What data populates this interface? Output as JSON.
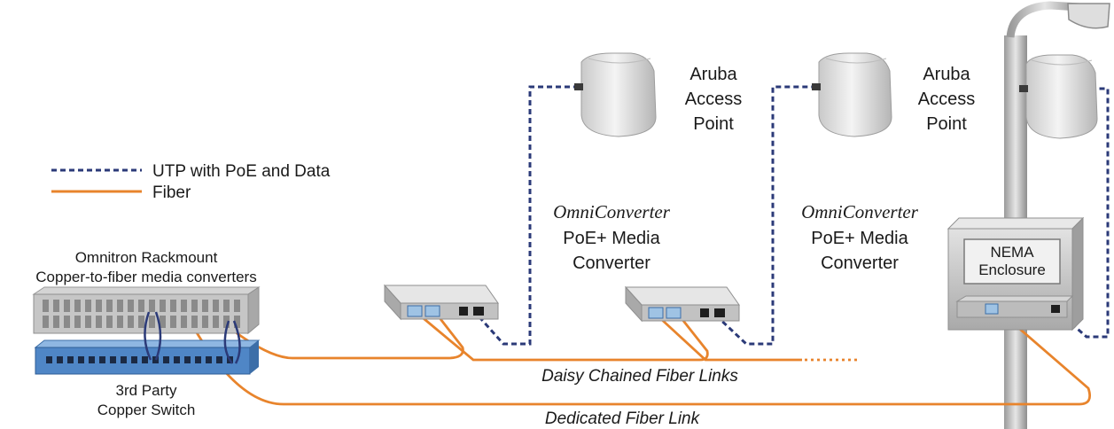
{
  "legend": {
    "utp_label": "UTP with PoE and Data",
    "fiber_label": "Fiber"
  },
  "labels": {
    "rackmount_line1": "Omnitron Rackmount",
    "rackmount_line2": "Copper-to-fiber media converters",
    "switch_line1": "3rd Party",
    "switch_line2": "Copper Switch",
    "converter1_brand": "OmniConverter",
    "converter1_line1": "PoE+ Media",
    "converter1_line2": "Converter",
    "converter2_brand": "OmniConverter",
    "converter2_line1": "PoE+ Media",
    "converter2_line2": "Converter",
    "ap1_line1": "Aruba",
    "ap1_line2": "Access",
    "ap1_line3": "Point",
    "ap2_line1": "Aruba",
    "ap2_line2": "Access",
    "ap2_line3": "Point",
    "nema_line1": "NEMA",
    "nema_line2": "Enclosure",
    "daisy_chain": "Daisy Chained Fiber Links",
    "dedicated": "Dedicated Fiber Link"
  },
  "colors": {
    "fiber": "#e8842c",
    "utp": "#2b3a78",
    "switch_blue": "#4f86c6",
    "rack_grey": "#bfbfbf"
  }
}
